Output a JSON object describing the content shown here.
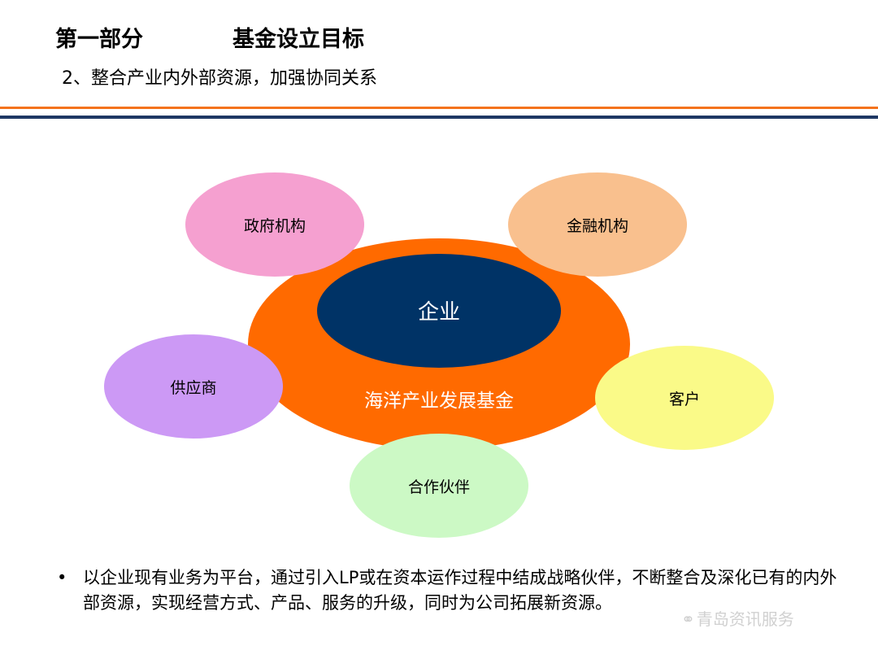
{
  "header": {
    "section": "第一部分",
    "title": "基金设立目标",
    "subtitle": "2、整合产业内外部资源，加强协同关系"
  },
  "diagram": {
    "center_outer_label": "海洋产业发展基金",
    "center_inner_label": "企业",
    "nodes": [
      {
        "label": "政府机构",
        "color": "#f5a0d0"
      },
      {
        "label": "金融机构",
        "color": "#f9c08e"
      },
      {
        "label": "供应商",
        "color": "#cc99f5"
      },
      {
        "label": "客户",
        "color": "#fafa88"
      },
      {
        "label": "合作伙伴",
        "color": "#ccf9c5"
      }
    ],
    "outer_color": "#ff6a00",
    "inner_color": "#003366"
  },
  "body": {
    "bullet": "•",
    "text": "以企业现有业务为平台，通过引入LP或在资本运作过程中结成战略伙伴，不断整合及深化已有的内外部资源，实现经营方式、产品、服务的升级，同时为公司拓展新资源。"
  },
  "watermark": {
    "icon": "wechat-icon",
    "text": "青岛资讯服务"
  }
}
